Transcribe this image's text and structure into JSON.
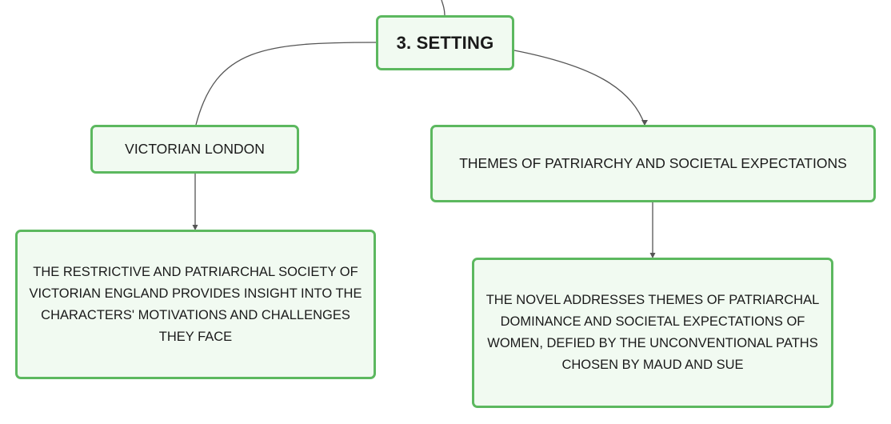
{
  "nodes": {
    "root": {
      "label": "3. SETTING"
    },
    "london": {
      "label": "VICTORIAN LONDON"
    },
    "themes": {
      "label": "THEMES OF PATRIARCHY AND SOCIETAL EXPECTATIONS"
    },
    "restrictive": {
      "label": "THE RESTRICTIVE AND PATRIARCHAL SOCIETY OF VICTORIAN ENGLAND PROVIDES INSIGHT INTO THE CHARACTERS' MOTIVATIONS AND CHALLENGES THEY FACE"
    },
    "novel": {
      "label": "THE NOVEL ADDRESSES THEMES OF PATRIARCHAL DOMINANCE AND SOCIETAL EXPECTATIONS OF WOMEN, DEFIED BY THE UNCONVENTIONAL PATHS CHOSEN BY MAUD AND SUE"
    }
  },
  "colors": {
    "node_border": "#5cb85f",
    "node_fill": "#f1faf1",
    "connector": "#555555",
    "text": "#1a1a1a"
  }
}
